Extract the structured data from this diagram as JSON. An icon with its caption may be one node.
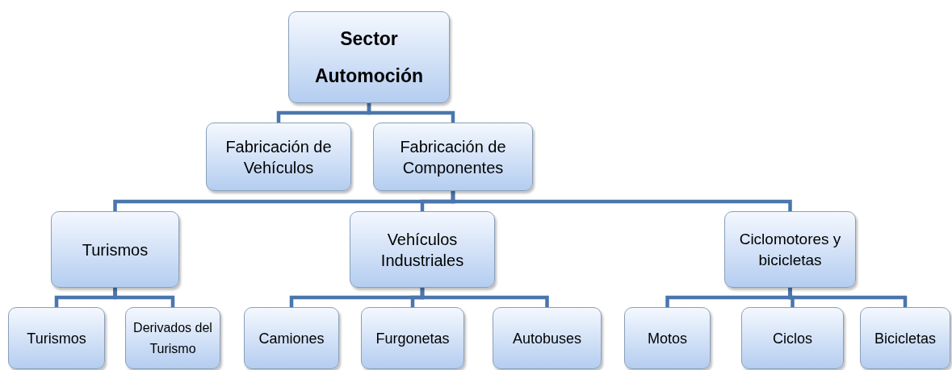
{
  "diagram": {
    "nodes": [
      {
        "text": [
          "Sector Automoción"
        ]
      },
      {
        "text": [
          "Fabricación de Vehículos"
        ]
      },
      {
        "text": [
          "Fabricación de Componentes"
        ]
      },
      {
        "text": [
          "Turismos"
        ]
      },
      {
        "text": [
          "Vehículos Industriales"
        ]
      },
      {
        "text": [
          "Ciclomotores y bicicletas"
        ]
      },
      {
        "text": [
          "Turismos"
        ]
      },
      {
        "text": [
          "Derivados del Turismo"
        ]
      },
      {
        "text": [
          "Camiones"
        ]
      },
      {
        "text": [
          "Furgonetas"
        ]
      },
      {
        "text": [
          "Autobuses"
        ]
      },
      {
        "text": [
          "Motos"
        ]
      },
      {
        "text": [
          "Ciclos"
        ]
      },
      {
        "text": [
          "Bicicletas"
        ]
      }
    ],
    "edges": [
      {
        "from": 0,
        "to": 1,
        "arrow": "none"
      },
      {
        "from": 0,
        "to": 2,
        "arrow": "none"
      },
      {
        "from": 2,
        "to": 3,
        "arrow": "none"
      },
      {
        "from": 2,
        "to": 4,
        "arrow": "none"
      },
      {
        "from": 2,
        "to": 5,
        "arrow": "none"
      },
      {
        "from": 3,
        "to": 6,
        "arrow": "none"
      },
      {
        "from": 3,
        "to": 7,
        "arrow": "none"
      },
      {
        "from": 4,
        "to": 8,
        "arrow": "none"
      },
      {
        "from": 4,
        "to": 9,
        "arrow": "none"
      },
      {
        "from": 4,
        "to": 10,
        "arrow": "none"
      },
      {
        "from": 5,
        "to": 11,
        "arrow": "none"
      },
      {
        "from": 5,
        "to": 12,
        "arrow": "none"
      },
      {
        "from": 5,
        "to": 13,
        "arrow": "none"
      }
    ]
  }
}
